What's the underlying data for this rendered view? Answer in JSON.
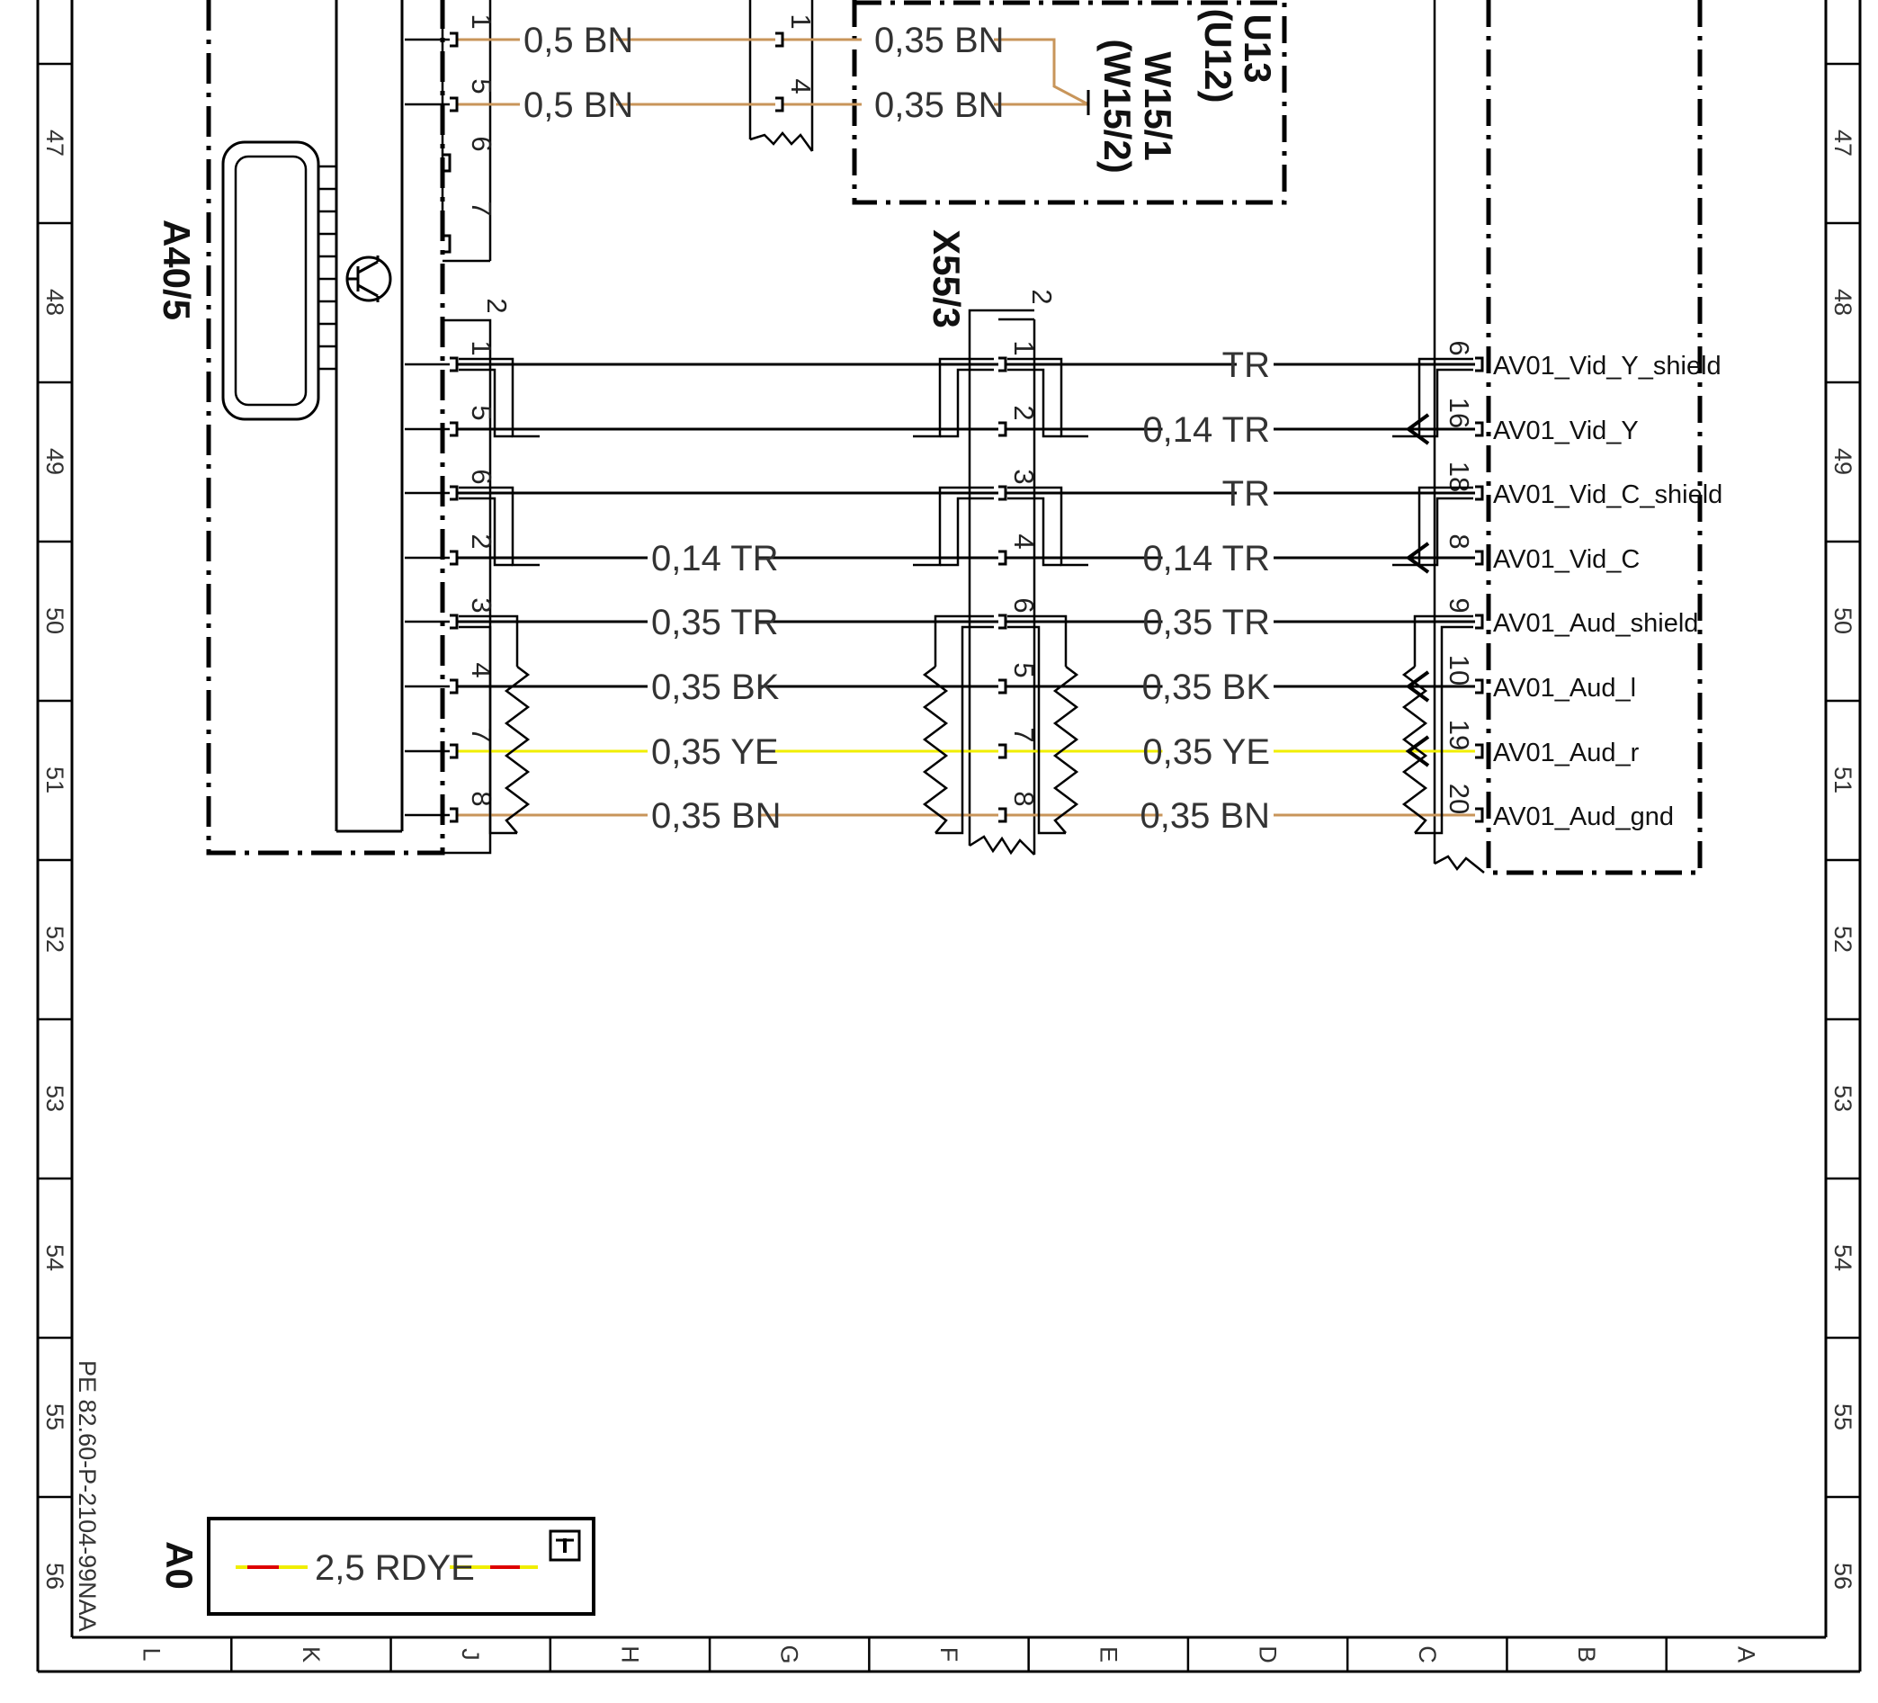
{
  "ruler_rows": [
    "47",
    "48",
    "49",
    "50",
    "51",
    "52",
    "53",
    "54",
    "55",
    "56"
  ],
  "ruler_cols": [
    "L",
    "K",
    "J",
    "H",
    "G",
    "F",
    "E",
    "D",
    "C",
    "B",
    "A"
  ],
  "document_code": "PE 82.60-P-2104-99NAA",
  "colors": {
    "BN": "#c8955a",
    "YE": "#f0ee00",
    "RD": "#dd0000",
    "BK": "#000000",
    "TR": "#000000"
  },
  "components": {
    "a40_5": "A40/5",
    "x55_3": "X55/3",
    "u13": "U13",
    "u12": "(U12)",
    "w15_1": "W15/1",
    "w15_2": "(W15/2)",
    "a0": "A0"
  },
  "upper_wires": [
    {
      "left_label": "0,5 BN",
      "right_label": "0,35 BN",
      "pin_a": "1",
      "pin_b": "1"
    },
    {
      "left_label": "0,5 BN",
      "right_label": "0,35 BN",
      "pin_a": "5",
      "pin_b": "4"
    }
  ],
  "a40_extra_pins": [
    "6",
    "7"
  ],
  "plug_a_number": "2",
  "plug_x_number": "2",
  "signals": [
    {
      "pin_a": "1",
      "pin_x": "1",
      "pin_c": "6",
      "left_label": "",
      "right_label": "TR",
      "name": "AV01_Vid_Y_shield"
    },
    {
      "pin_a": "5",
      "pin_x": "2",
      "pin_c": "16",
      "left_label": "",
      "right_label": "0,14 TR",
      "name": "AV01_Vid_Y"
    },
    {
      "pin_a": "6",
      "pin_x": "3",
      "pin_c": "18",
      "left_label": "",
      "right_label": "TR",
      "name": "AV01_Vid_C_shield"
    },
    {
      "pin_a": "2",
      "pin_x": "4",
      "pin_c": "8",
      "left_label": "0,14 TR",
      "right_label": "0,14 TR",
      "name": "AV01_Vid_C"
    },
    {
      "pin_a": "3",
      "pin_x": "6",
      "pin_c": "9",
      "left_label": "0,35 TR",
      "right_label": "0,35 TR",
      "name": "AV01_Aud_shield"
    },
    {
      "pin_a": "4",
      "pin_x": "5",
      "pin_c": "10",
      "left_label": "0,35 BK",
      "right_label": "0,35 BK",
      "name": "AV01_Aud_l"
    },
    {
      "pin_a": "7",
      "pin_x": "7",
      "pin_c": "19",
      "left_label": "0,35 YE",
      "right_label": "0,35 YE",
      "name": "AV01_Aud_r"
    },
    {
      "pin_a": "8",
      "pin_x": "8",
      "pin_c": "20",
      "left_label": "0,35 BN",
      "right_label": "0,35 BN",
      "name": "AV01_Aud_gnd"
    }
  ],
  "legend_box": {
    "label": "2,5 RDYE"
  }
}
